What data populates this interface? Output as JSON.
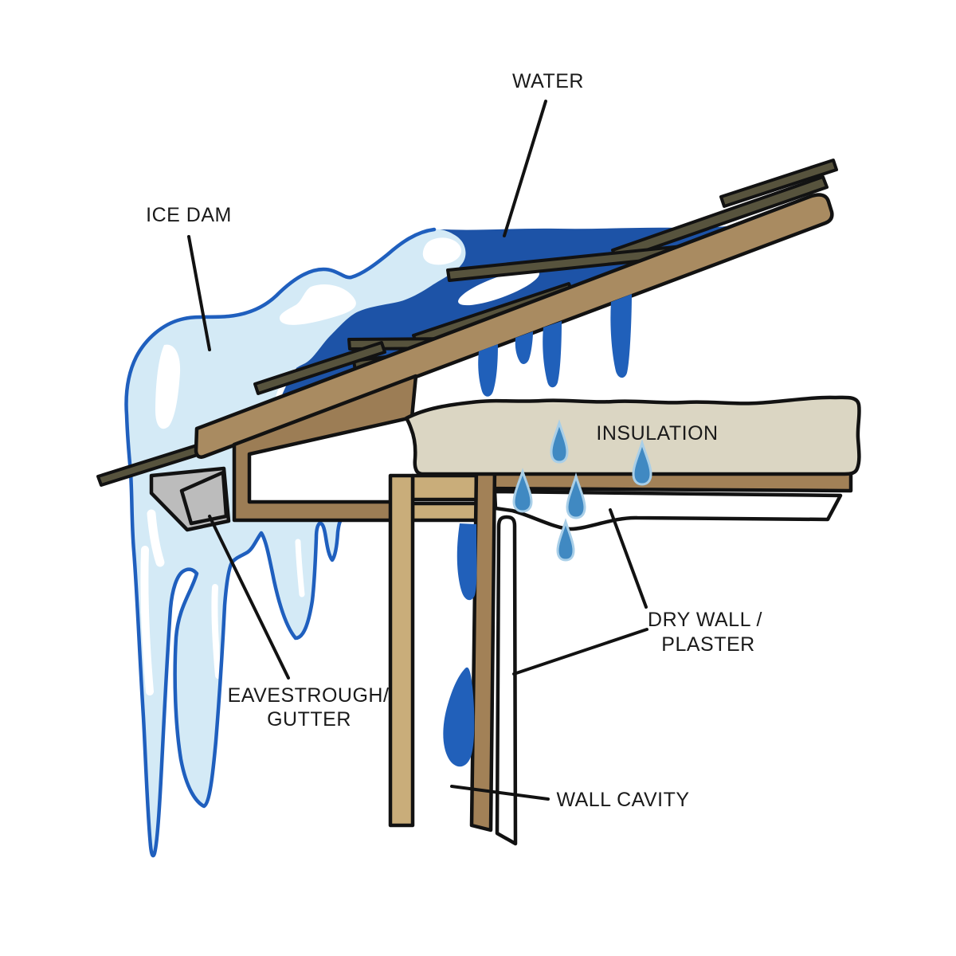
{
  "diagram": {
    "type": "illustration",
    "subject": "Ice dam forming at roof eave — cross-section showing water backing up under shingles and leaking into the wall",
    "labels": {
      "water": "WATER",
      "ice_dam": "ICE DAM",
      "insulation": "INSULATION",
      "eavestrough_line1": "EAVESTROUGH/",
      "eavestrough_line2": "GUTTER",
      "drywall_line1": "DRY WALL /",
      "drywall_line2": "PLASTER",
      "wall_cavity": "WALL CAVITY"
    },
    "colors": {
      "water_dark_blue": "#1d53a7",
      "drip_blue": "#2060ba",
      "ice_fill": "#d4eaf6",
      "ice_outline": "#1f5fbe",
      "droplet_fill": "#4089c2",
      "droplet_rim": "#a9cfe8",
      "roof_deck_tan": "#a98b61",
      "framing_brown": "#9c7d55",
      "plate_brown": "#a28157",
      "stud_tan": "#c9ad7a",
      "shingle_gray": "#57533d",
      "insulation_beige": "#dbd6c3",
      "gutter_gray": "#bcbcbc",
      "outline_black": "#121212",
      "background": "#ffffff"
    }
  }
}
